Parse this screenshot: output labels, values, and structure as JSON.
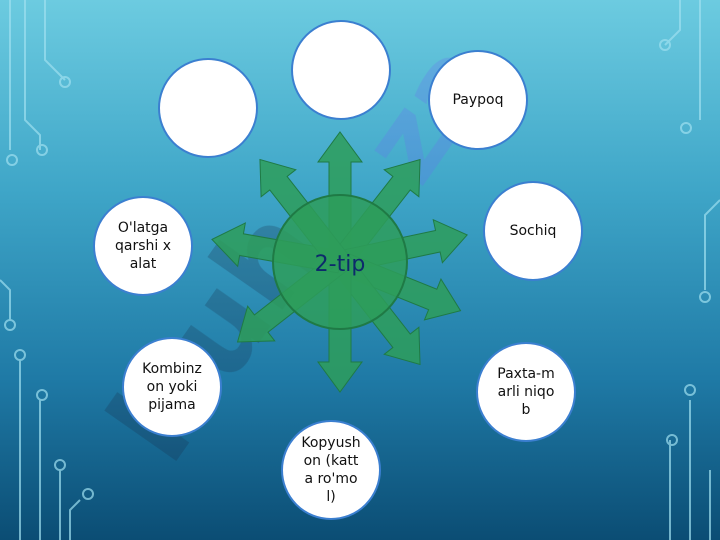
{
  "center": {
    "label": "2-tip",
    "color": "#2e9e5a"
  },
  "bubbles": [
    {
      "label": ""
    },
    {
      "label": ""
    },
    {
      "label": "Paypoq"
    },
    {
      "label": "Sochiq"
    },
    {
      "label": "O'latga qarshi xalat"
    },
    {
      "label": "Paxta-marli niqob"
    },
    {
      "label": "Kombinzon yoki pijama"
    },
    {
      "label": "Kopyushon (katta ro'mol)"
    }
  ],
  "colors": {
    "bubble_border": "#3b7fd0",
    "arrow": "#2e9e5a"
  }
}
